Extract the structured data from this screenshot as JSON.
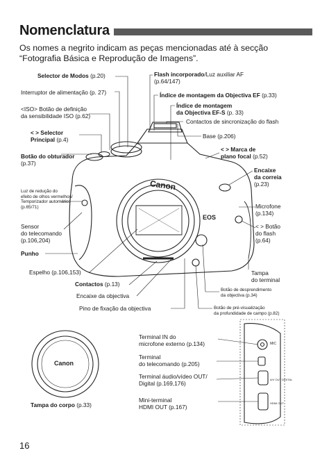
{
  "header": {
    "title": "Nomenclatura",
    "intro": "Os nomes a negrito indicam as peças mencionadas até à secção “Fotografia Básica e Reprodução de Imagens”."
  },
  "labels": {
    "mode_dial": "Selector de Modos",
    "mode_dial_ref": " (p.20)",
    "power_switch": "Interruptor de alimentação (p. 27)",
    "iso_button": "<ISO> Botão de definição",
    "iso_button_2": "da sensibilidade ISO (p.62)",
    "main_dial": "<  > Selector",
    "main_dial_2": "Principal",
    "main_dial_ref": " (p.4)",
    "shutter": "Botão do obturador",
    "shutter_ref": "(p.37)",
    "red_eye_1": "Luz de redução do",
    "red_eye_2": "efeito de olhos vermelhos/",
    "red_eye_3": "Temporizador automático",
    "red_eye_4": "(p.65/71)",
    "remote_sensor_1": "Sensor",
    "remote_sensor_2": "do telecomando",
    "remote_sensor_3": "(p.106,204)",
    "grip": "Punho",
    "mirror": "Espelho (p.106,153)",
    "contacts": "Contactos",
    "contacts_ref": " (p.13)",
    "lens_mount": "Encaixe da objectiva",
    "lens_lock_pin": "Pino de fixação da objectiva",
    "flash": "Flash incorporado",
    "flash_rest": "/Luz auxiliar AF",
    "flash_ref": "(p.64/147)",
    "ef_index": "Índice de montagem da Objectiva EF",
    "ef_index_ref": " (p.33)",
    "efs_index_1": "Índice de montagem",
    "efs_index_2": "da Objectiva EF-S",
    "efs_index_ref": " (p. 33)",
    "flash_sync": "Contactos de sincronização do flash",
    "hot_shoe": "Base (p.206)",
    "focal_plane": "<  > Marca de",
    "focal_plane_2": "plano focal",
    "focal_plane_ref": " (p.52)",
    "strap_1": "Encaixe",
    "strap_2": "da correia",
    "strap_ref": "(p.23)",
    "microphone_1": "Microfone",
    "microphone_2": "(p.134)",
    "flash_button_1": "< > Botão",
    "flash_button_2": "do flash",
    "flash_button_ref": "(p.64)",
    "terminal_cover_1": "Tampa",
    "terminal_cover_2": "do terminal",
    "lens_release_1": "Botão de desprendimento",
    "lens_release_2": "da objectiva (p.34)",
    "dof_preview_1": "Botão de pré-visualização",
    "dof_preview_2": "da profundidade de campo (p.82)",
    "mic_in_1": "Terminal IN do",
    "mic_in_2": "microfone externo (p.134)",
    "remote_term_1": "Terminal",
    "remote_term_2": "do telecomando (p.205)",
    "av_out_1": "Terminal áudio/vídeo OUT/",
    "av_out_2": "Digital (p.169,176)",
    "hdmi_1": "Mini-terminal",
    "hdmi_2": "HDMI OUT (p.167)",
    "body_cap": "Tampa do corpo",
    "body_cap_ref": " (p.33)"
  },
  "engraved": {
    "brand": "Canon",
    "model": "EOS",
    "cap_brand": "Canon",
    "port_mic": "MIC",
    "port_av": "A/V OUT DIGITAL",
    "port_hdmi": "HDMI OUT"
  },
  "footer": {
    "page_number": "16"
  }
}
